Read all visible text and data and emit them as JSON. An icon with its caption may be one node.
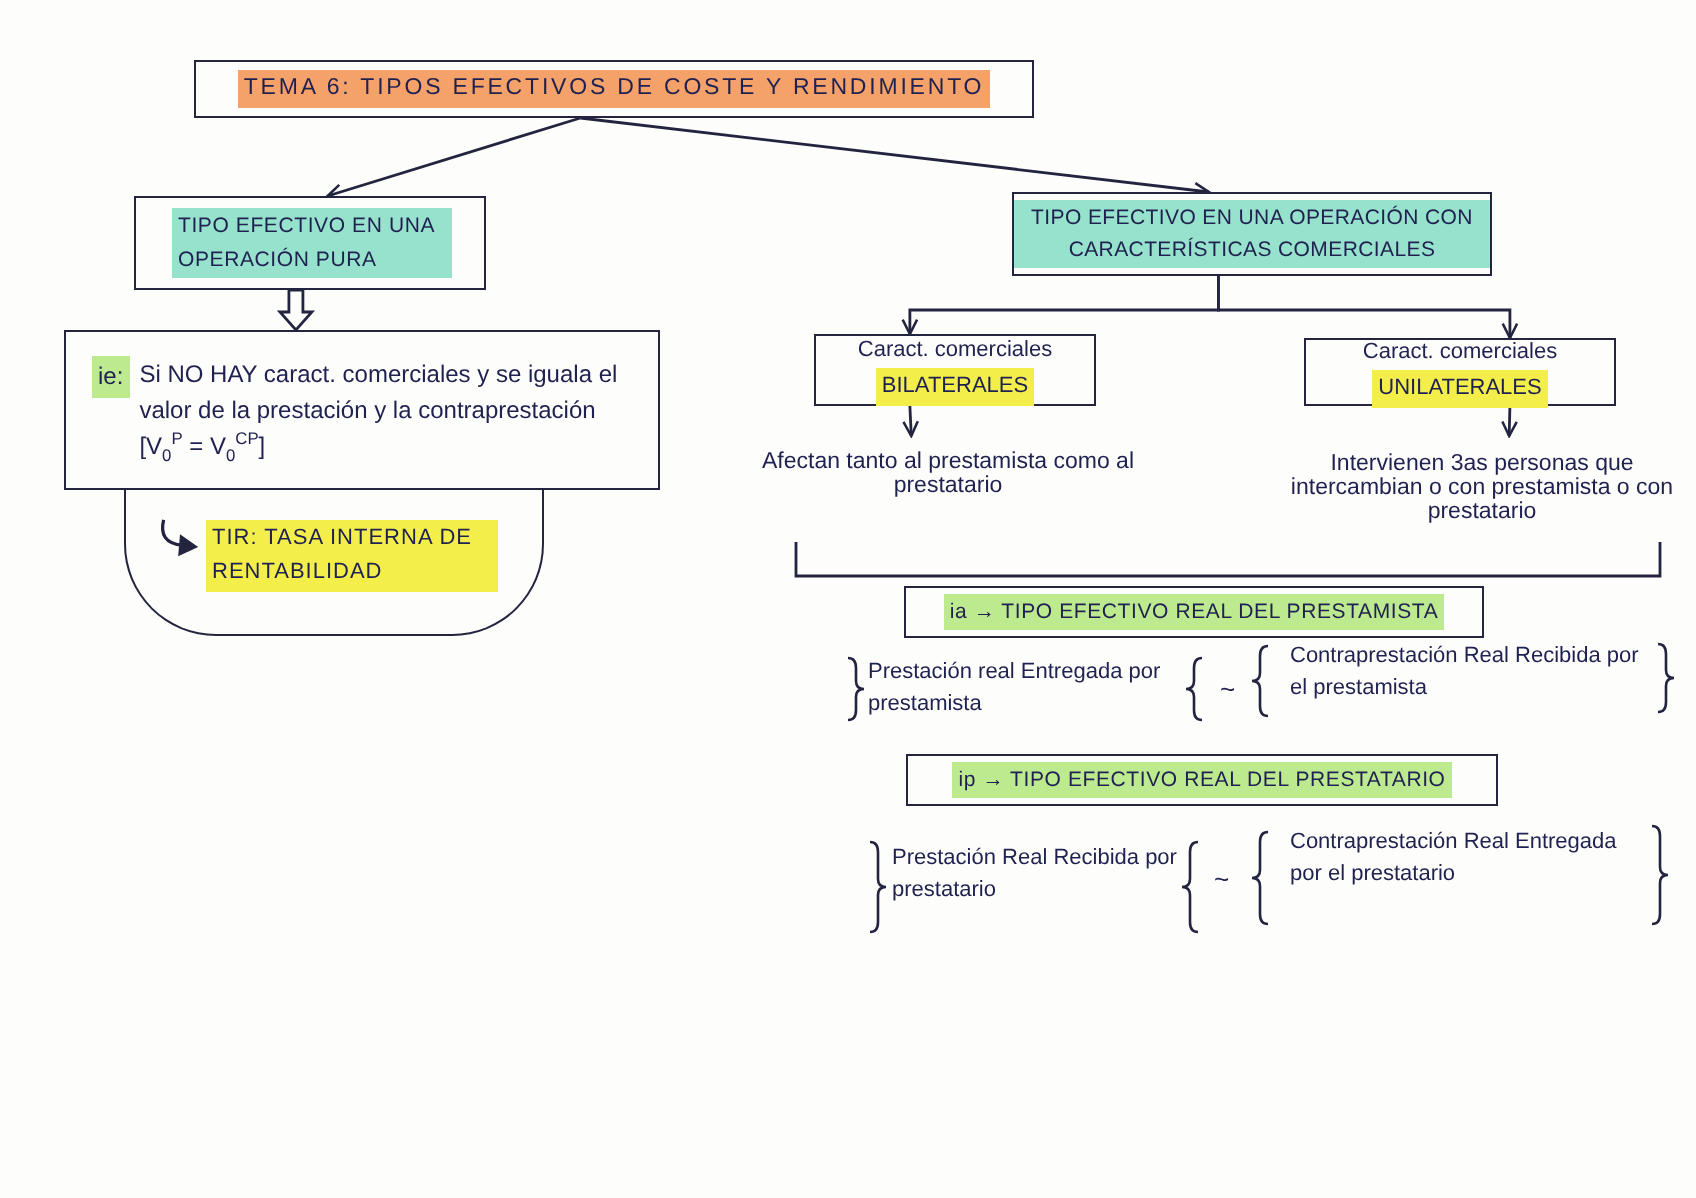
{
  "diagram": {
    "nodes": [
      {
        "text": [
          "TEMA 6: TIPOS EFECTIVOS DE COSTE Y RENDIMIENTO"
        ]
      },
      {
        "text": [
          "TIPO EFECTIVO EN UNA OPERACIÓN PURA"
        ]
      },
      {
        "text": [
          "TIPO EFECTIVO EN UNA OPERACIÓN CON CARACTERÍSTICAS COMERCIALES"
        ]
      },
      {
        "text": [
          "ie:",
          "Si NO HAY caract. comerciales y se iguala el valor de la prestación y la contraprestación [V$_{0}$$^{P}$ = V$_{0}$$^{CP}$]"
        ]
      },
      {
        "text": [
          "TIR: TASA INTERNA DE RENTABILIDAD"
        ]
      },
      {
        "text": [
          "Caract. comerciales",
          "BILATERALES"
        ]
      },
      {
        "text": [
          "Caract. comerciales",
          "UNILATERALES"
        ]
      },
      {
        "text": [
          "Afectan tanto al prestamista como al prestatario"
        ]
      },
      {
        "text": [
          "Intervienen 3as personas que intercambian o con prestamista o con prestatario"
        ]
      },
      {
        "text": [
          "ia → TIPO EFECTIVO REAL DEL PRESTAMISTA"
        ]
      },
      {
        "text": [
          "ip → TIPO EFECTIVO REAL DEL PRESTATARIO"
        ]
      }
    ],
    "edges": [
      {
        "from": 0,
        "to": 1,
        "arrow": "to"
      },
      {
        "from": 0,
        "to": 2,
        "arrow": "to"
      },
      {
        "from": 1,
        "to": 3,
        "arrow": "to",
        "style": "thick"
      },
      {
        "from": 2,
        "to": 5,
        "arrow": "to"
      },
      {
        "from": 2,
        "to": 6,
        "arrow": "to"
      },
      {
        "from": 5,
        "to": 7,
        "arrow": "to"
      },
      {
        "from": 6,
        "to": 8,
        "arrow": "to"
      }
    ],
    "labels": [
      "Prestación real Entregada por prestamista",
      "~",
      "Contraprestación Real Recibida por el prestamista",
      "Prestación Real Recibida por prestatario",
      "~",
      "Contraprestación Real Entregada por el prestatario"
    ]
  }
}
